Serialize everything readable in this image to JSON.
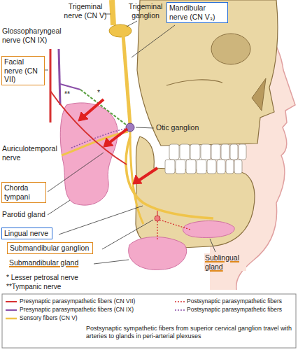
{
  "diagram": {
    "nodes": [
      {
        "text": [
          "Mandibular nerve (CN V₃)"
        ]
      },
      {
        "text": [
          "Facial nerve (CN VII)"
        ]
      },
      {
        "text": [
          "Chorda tympani"
        ]
      },
      {
        "text": [
          "Lingual nerve"
        ]
      },
      {
        "text": [
          "Submandibular ganglion"
        ]
      }
    ],
    "labels": [
      "Trigeminal nerve (CN V)",
      "Trigeminal ganglion",
      "Glossopharyngeal nerve (CN IX)",
      "*",
      "**",
      "Otic ganglion",
      "Auriculotemporal nerve",
      "Parotid gland",
      "Submandibular gland",
      "Sublingual gland",
      "* Lesser petrosal nerve",
      "**Tympanic nerve",
      "Postsynaptic sympathetic fibers from superior cervical ganglion travel with arteries to glands in peri-arterial plexuses"
    ],
    "legend": [
      {
        "text": "Presynaptic parasympathetic fibers (CN VII)"
      },
      {
        "text": "Postsynaptic parasympathetic fibers"
      },
      {
        "text": "Presynaptic parasympathetic fibers (CN IX)"
      },
      {
        "text": "Postsynaptic parasympathetic fibers"
      },
      {
        "text": "Sensory fibers (CN V)"
      }
    ]
  }
}
